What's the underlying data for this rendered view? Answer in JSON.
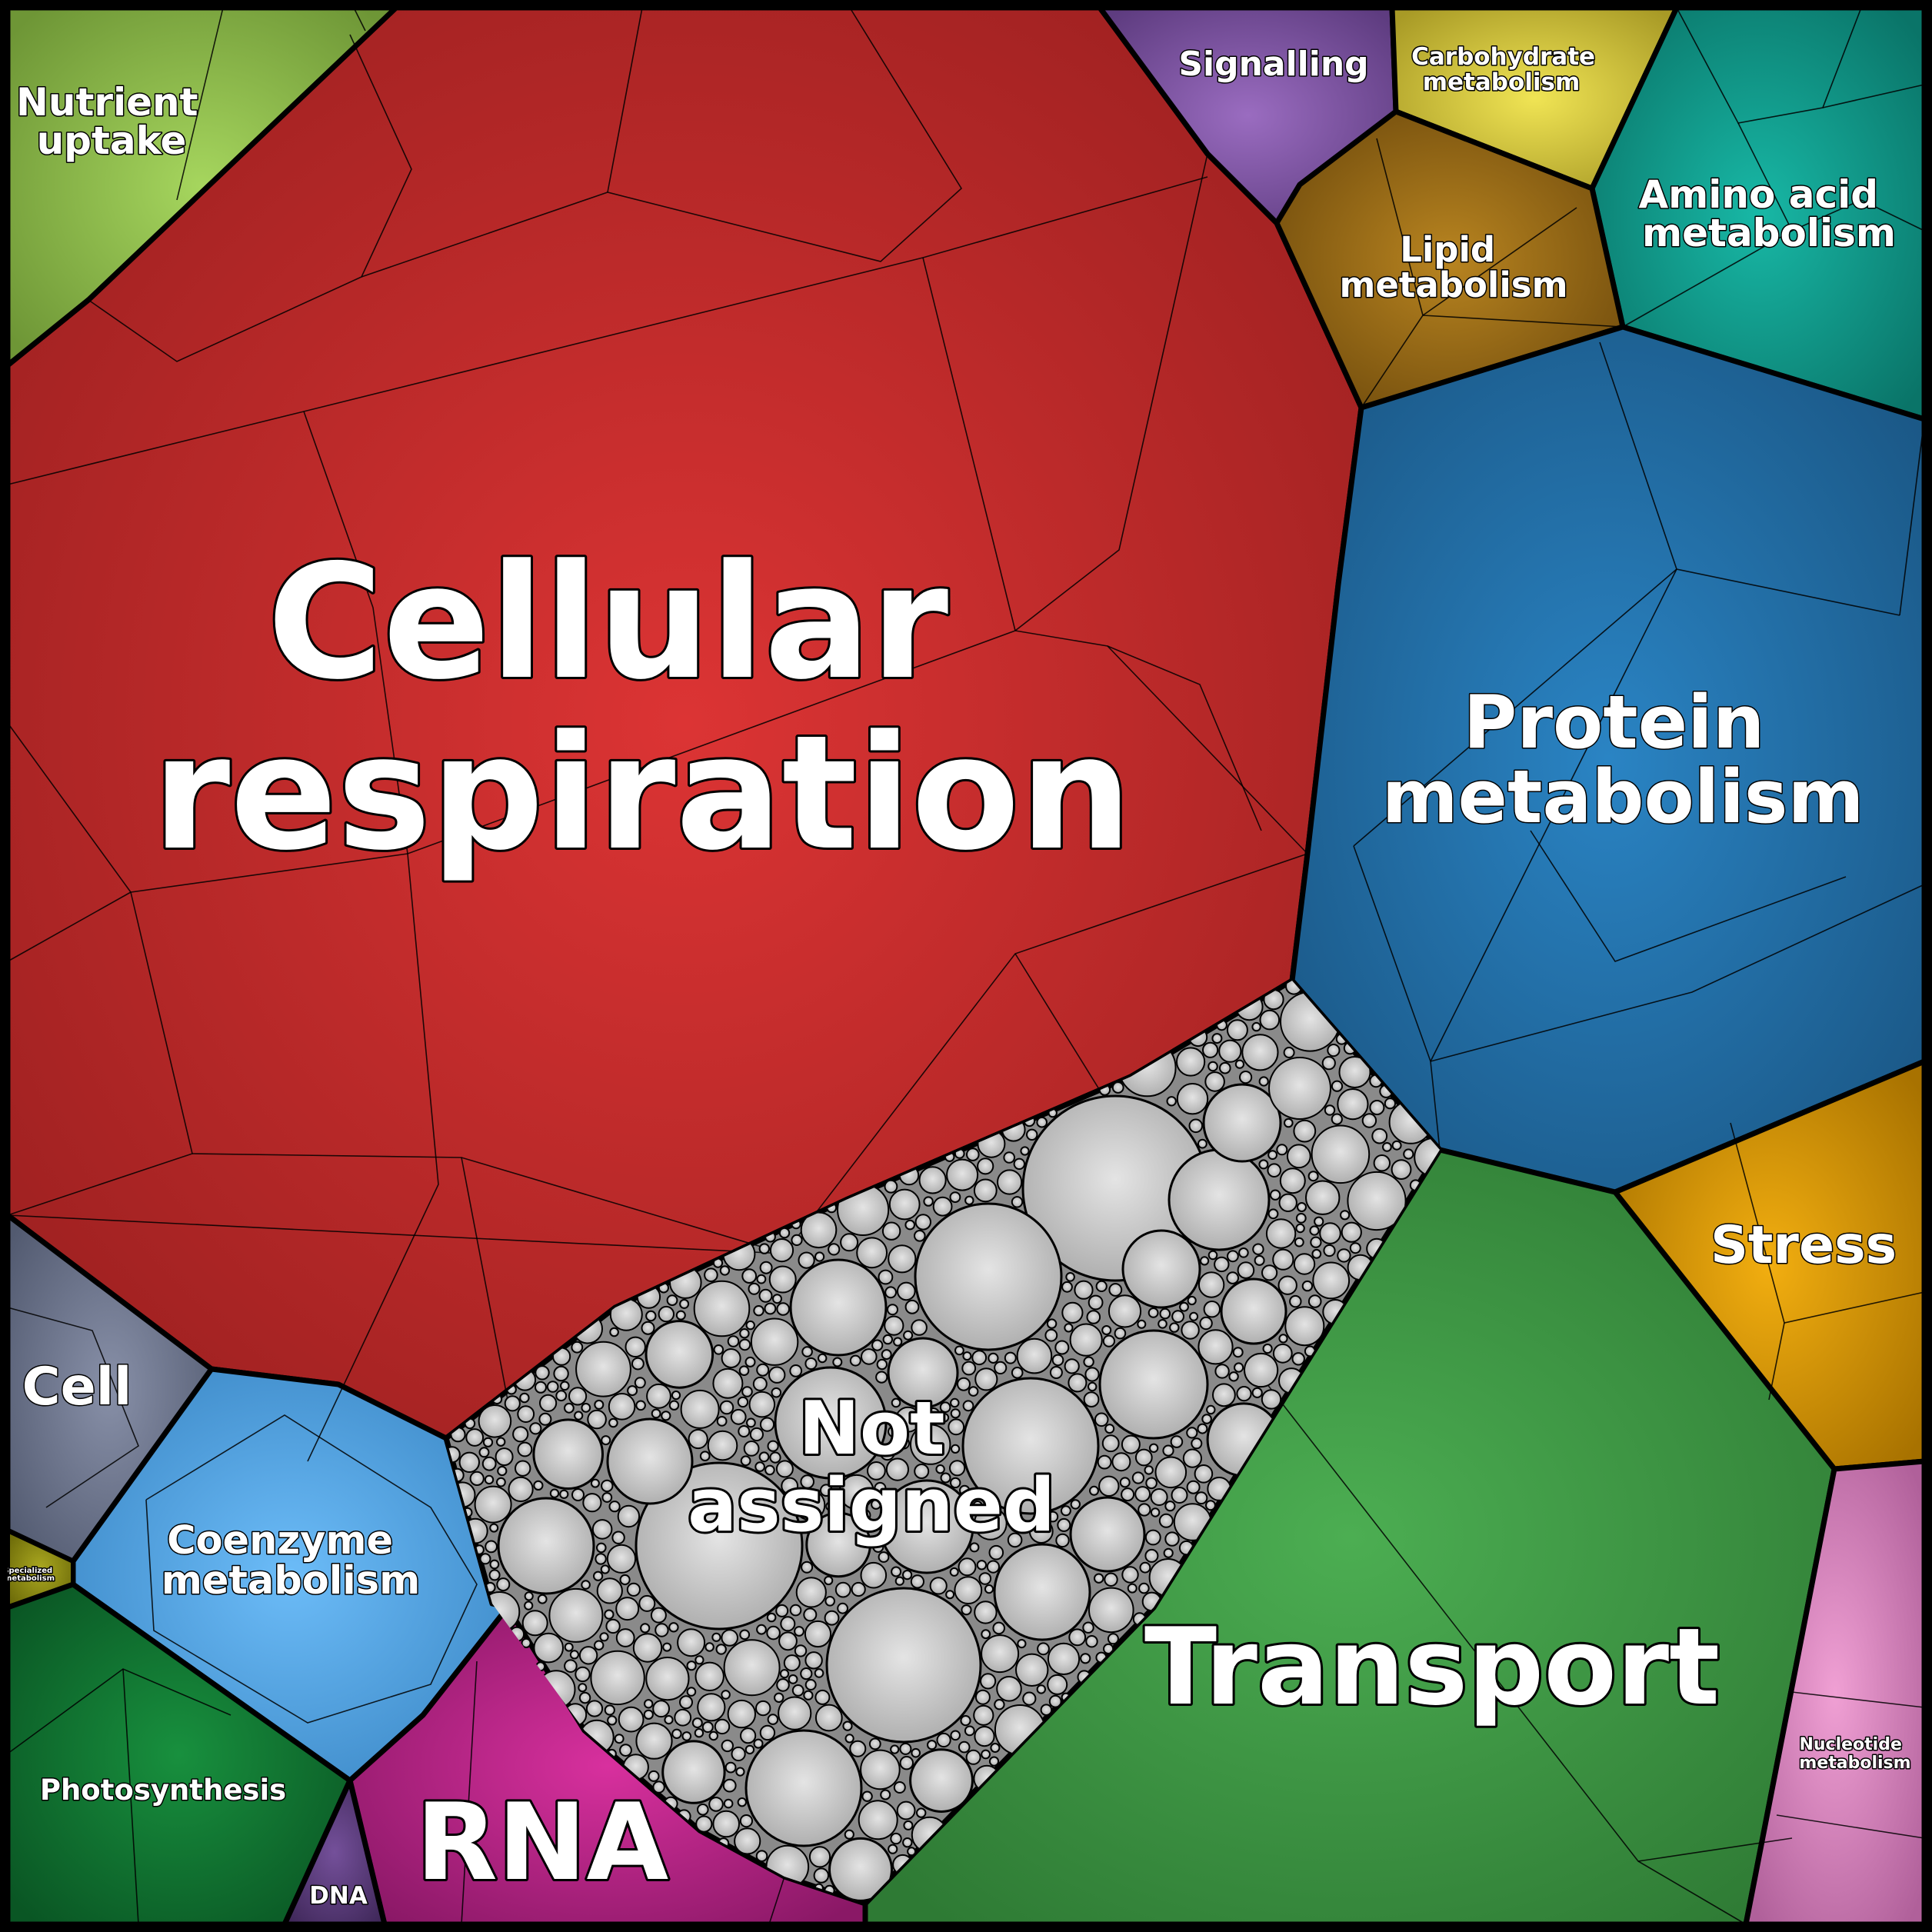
{
  "categories": [
    {
      "id": "nutrient-uptake",
      "label_lines": [
        "Nutrient",
        "uptake"
      ],
      "color": "#8fbf52"
    },
    {
      "id": "cellular-respiration",
      "label_lines": [
        "Cellular",
        "respiration"
      ],
      "color": "#c62a2a"
    },
    {
      "id": "signalling",
      "label_lines": [
        "Signalling"
      ],
      "color": "#7e52a0"
    },
    {
      "id": "carbohydrate-metabolism",
      "label_lines": [
        "Carbohydrate",
        "metabolism"
      ],
      "color": "#d9cc40"
    },
    {
      "id": "amino-acid-metabolism",
      "label_lines": [
        "Amino acid",
        "metabolism"
      ],
      "color": "#109c8e"
    },
    {
      "id": "lipid-metabolism",
      "label_lines": [
        "Lipid",
        "metabolism"
      ],
      "color": "#9c6c14"
    },
    {
      "id": "protein-metabolism",
      "label_lines": [
        "Protein",
        "metabolism"
      ],
      "color": "#1f6fa8"
    },
    {
      "id": "stress",
      "label_lines": [
        "Stress"
      ],
      "color": "#db9a00"
    },
    {
      "id": "transport",
      "label_lines": [
        "Transport"
      ],
      "color": "#3f9a44"
    },
    {
      "id": "nucleotide-metabolism",
      "label_lines": [
        "Nucleotide",
        "metabolism"
      ],
      "color": "#dc88bf"
    },
    {
      "id": "not-assigned",
      "label_lines": [
        "Not",
        "assigned"
      ],
      "color": "#cfcfcf"
    },
    {
      "id": "cell",
      "label_lines": [
        "Cell"
      ],
      "color": "#6c7690"
    },
    {
      "id": "coenzyme-metabolism",
      "label_lines": [
        "Coenzyme",
        "metabolism"
      ],
      "color": "#55a8e8"
    },
    {
      "id": "specialized-metabolism",
      "label_lines": [
        "Specialized",
        "metabolism"
      ],
      "color": "#8c8a10"
    },
    {
      "id": "photosynthesis",
      "label_lines": [
        "Photosynthesis"
      ],
      "color": "#127a34"
    },
    {
      "id": "rna",
      "label_lines": [
        "RNA"
      ],
      "color": "#bb2288"
    },
    {
      "id": "dna",
      "label_lines": [
        "DNA"
      ],
      "color": "#5a3a78"
    }
  ]
}
